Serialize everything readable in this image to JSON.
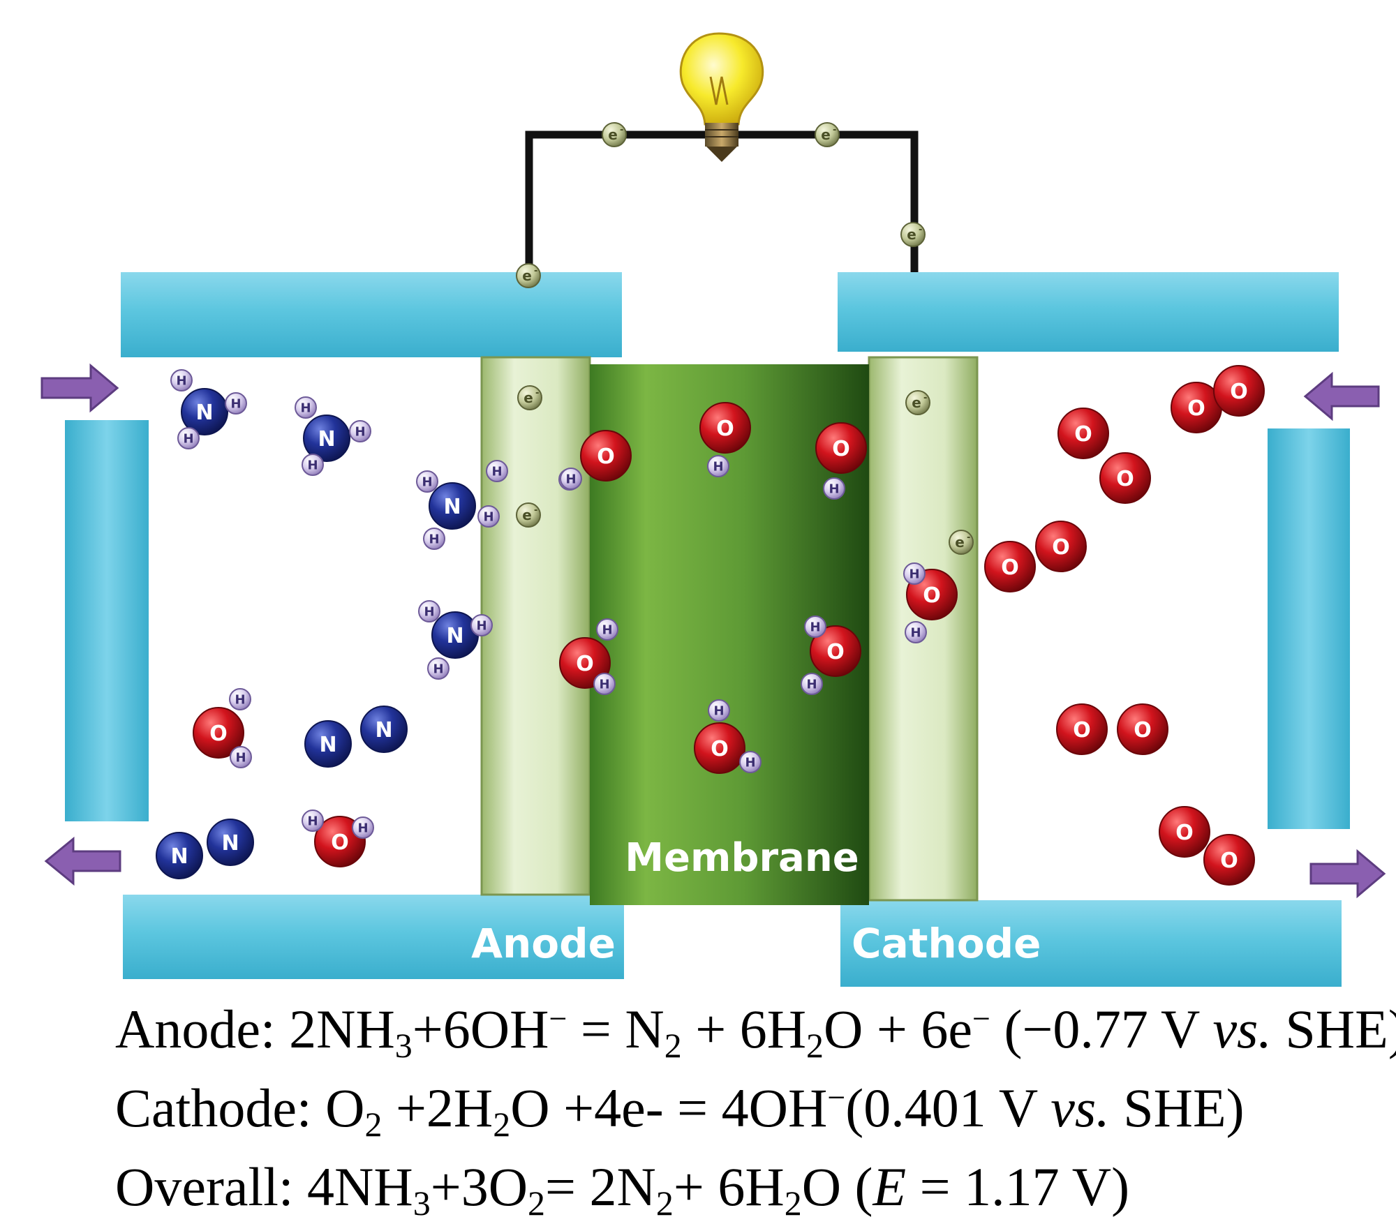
{
  "labels": {
    "membrane": "Membrane",
    "anode": "Anode",
    "cathode": "Cathode",
    "electron": "e",
    "electron_sup": "-",
    "hydrogen": "H",
    "nitrogen": "N",
    "oxygen": "O"
  },
  "equations": {
    "anode": {
      "prefix": "Anode: 2NH",
      "sub1": "3",
      "t1": "+6OH",
      "sup1": "−",
      "t2": " = N",
      "sub2": "2",
      "t3": " + 6H",
      "sub3": "2",
      "t4": "O + 6e",
      "sup2": "−",
      "t5": " (−0.77 V ",
      "vs": "vs.",
      "t6": " SHE)"
    },
    "cathode": {
      "prefix": "Cathode: O",
      "sub1": "2",
      "t1": " +2H",
      "sub2": "2",
      "t2": "O +4e- = 4OH",
      "sup1": "−",
      "t3": "(0.401 V ",
      "vs": "vs.",
      "t4": " SHE)"
    },
    "overall": {
      "prefix": "Overall: 4NH",
      "sub1": "3",
      "t1": "+3O",
      "sub2": "2",
      "t2": "= 2N",
      "sub3": "2",
      "t3": "+ 6H",
      "sub4": "2",
      "t4": "O (",
      "e": "E",
      "t5": " = 1.17 V)"
    }
  },
  "colors": {
    "plate": "#5cc6df",
    "electrode": "#d4e6b8",
    "membrane": "#5e9a35",
    "nitrogen": "#22339a",
    "oxygen": "#d2141d",
    "hydrogen": "#8e7ab8",
    "electron": "#aab47c",
    "arrow": "#8a5fb0",
    "wire": "#111111",
    "bulb": "#f7ea2c"
  }
}
